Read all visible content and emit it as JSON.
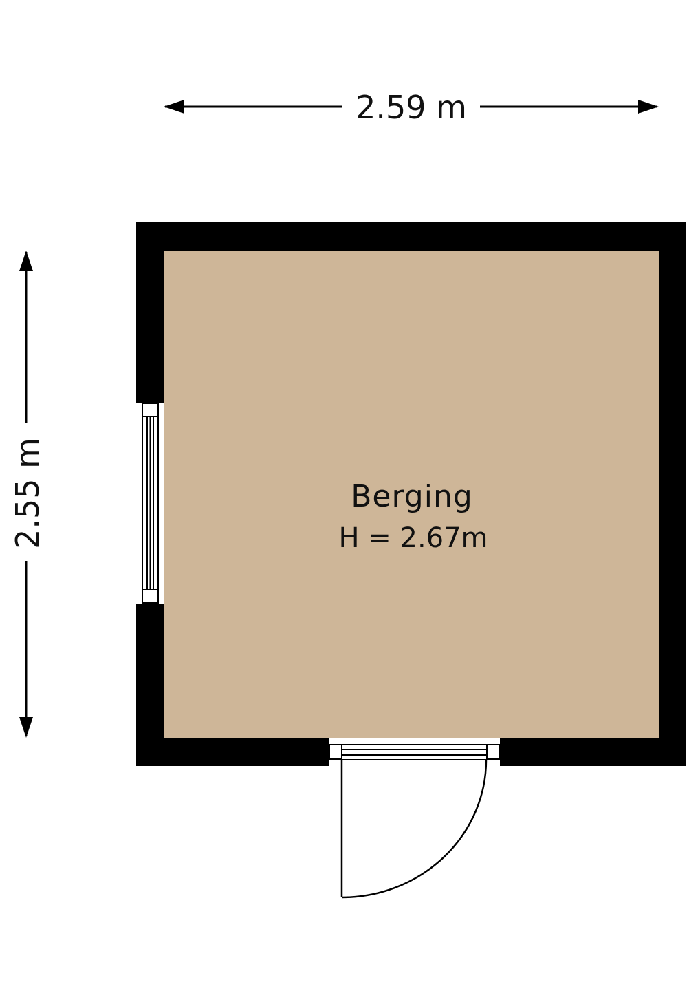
{
  "dimensions": {
    "width_label": "2.59 m",
    "height_label": "2.55 m"
  },
  "room": {
    "name": "Berging",
    "height_label": "H = 2.67m"
  },
  "colors": {
    "floor": "#ceb698",
    "wall": "#000000",
    "background": "#ffffff"
  }
}
